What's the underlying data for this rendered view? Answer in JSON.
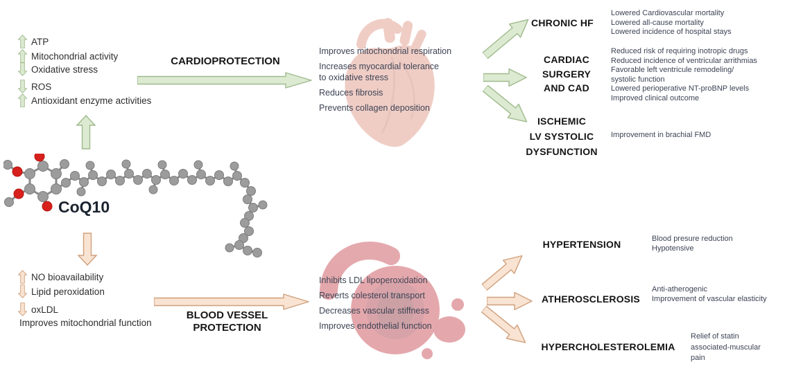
{
  "accent": {
    "green_fill": "#dcead2",
    "green_border": "#9fba8c",
    "peach_fill": "#f9e3d2",
    "peach_border": "#cfa07c"
  },
  "molecule": {
    "label": "CoQ10",
    "illustration": "ball-and-stick-molecule"
  },
  "cardio": {
    "pathway_label": "CARDIOPROTECTION",
    "effects": [
      {
        "direction": "up",
        "label": "ATP"
      },
      {
        "direction": "up",
        "label": "Mitochondrial activity"
      },
      {
        "direction": "down",
        "label": "Oxidative stress"
      },
      {
        "direction": "down",
        "label": "ROS"
      },
      {
        "direction": "up",
        "label": "Antioxidant enzyme activities"
      }
    ],
    "organ_illustration": "heart",
    "heart_effects": [
      "Improves mitochondrial respiration",
      "Increases myocardial tolerance\nto oxidative stress",
      "Reduces fibrosis",
      "Prevents collagen deposition"
    ],
    "outcomes": [
      {
        "condition": "CHRONIC HF",
        "details": "Lowered Cardiovascular mortality\nLowered all-cause mortality\nLowered incidence of hospital stays"
      },
      {
        "condition": "CARDIAC\nSURGERY\nAND CAD",
        "details": "Reduced risk of requiring inotropic drugs\nReduced incidence of ventricular arrithmias\nFavorable left ventricule remodeling/\nsystolic function\nLowered perioperative NT-proBNP levels\nImproved clinical outcome"
      },
      {
        "condition": "ISCHEMIC\nLV SYSTOLIC\nDYSFUNCTION",
        "details": "Improvement in brachial FMD"
      }
    ]
  },
  "vessel": {
    "pathway_label": "BLOOD VESSEL\nPROTECTION",
    "effects": [
      {
        "direction": "up",
        "label": "NO bioavailability"
      },
      {
        "direction": "down",
        "label": "Lipid peroxidation"
      },
      {
        "direction": "down",
        "label": "oxLDL"
      },
      {
        "direction": "none",
        "label": "Improves mitochondrial function"
      }
    ],
    "organ_illustration": "blood-vessel",
    "vessel_effects": [
      "Inhibits LDL lipoperoxidation",
      "Reverts colesterol transport",
      "Decreases vascular stiffness",
      "Improves endothelial function"
    ],
    "outcomes": [
      {
        "condition": "HYPERTENSION",
        "details": "Blood presure reduction\nHypotensive"
      },
      {
        "condition": "ATHEROSCLEROSIS",
        "details": "Anti-atherogenic\nImprovement of vascular elasticity"
      },
      {
        "condition": "HYPERCHOLESTEROLEMIA",
        "details": "Relief of statin\nassociated-muscular\npain"
      }
    ]
  }
}
